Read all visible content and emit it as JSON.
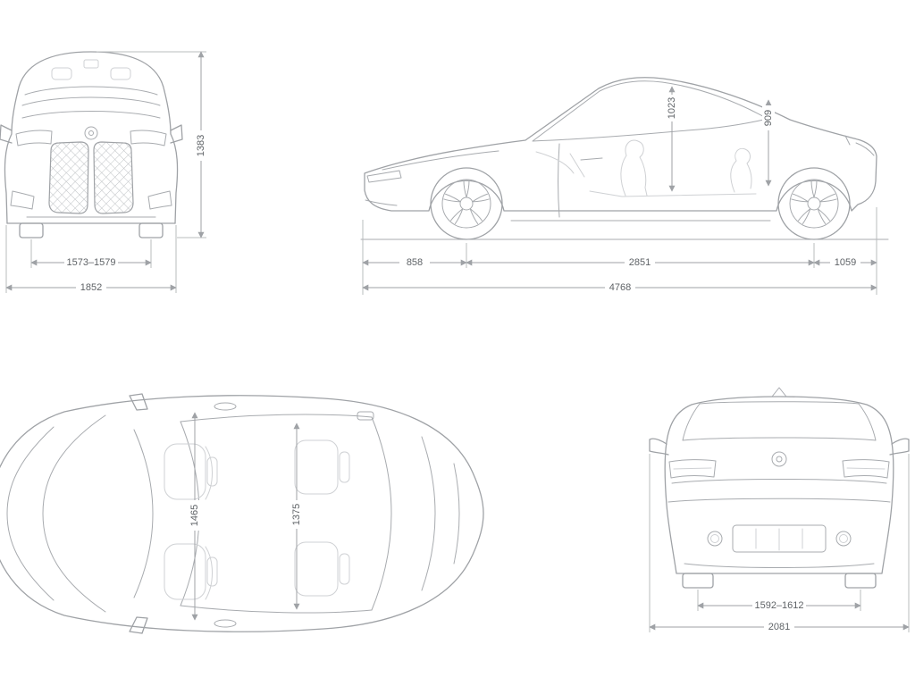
{
  "dims": {
    "front": {
      "height": "1383",
      "track": "1573–1579",
      "overall_width": "1852"
    },
    "side": {
      "front_headroom": "1023",
      "rear_headroom": "909",
      "front_overhang": "858",
      "wheelbase": "2851",
      "rear_overhang": "1059",
      "overall_length": "4768"
    },
    "top": {
      "front_interior_width": "1465",
      "rear_interior_width": "1375"
    },
    "rear": {
      "track": "1592–1612",
      "width_incl_mirrors": "2081"
    }
  },
  "colors": {
    "line": "#9fa2a6",
    "faint": "#cfd1d4",
    "text": "#5f6367",
    "background": "#ffffff"
  }
}
